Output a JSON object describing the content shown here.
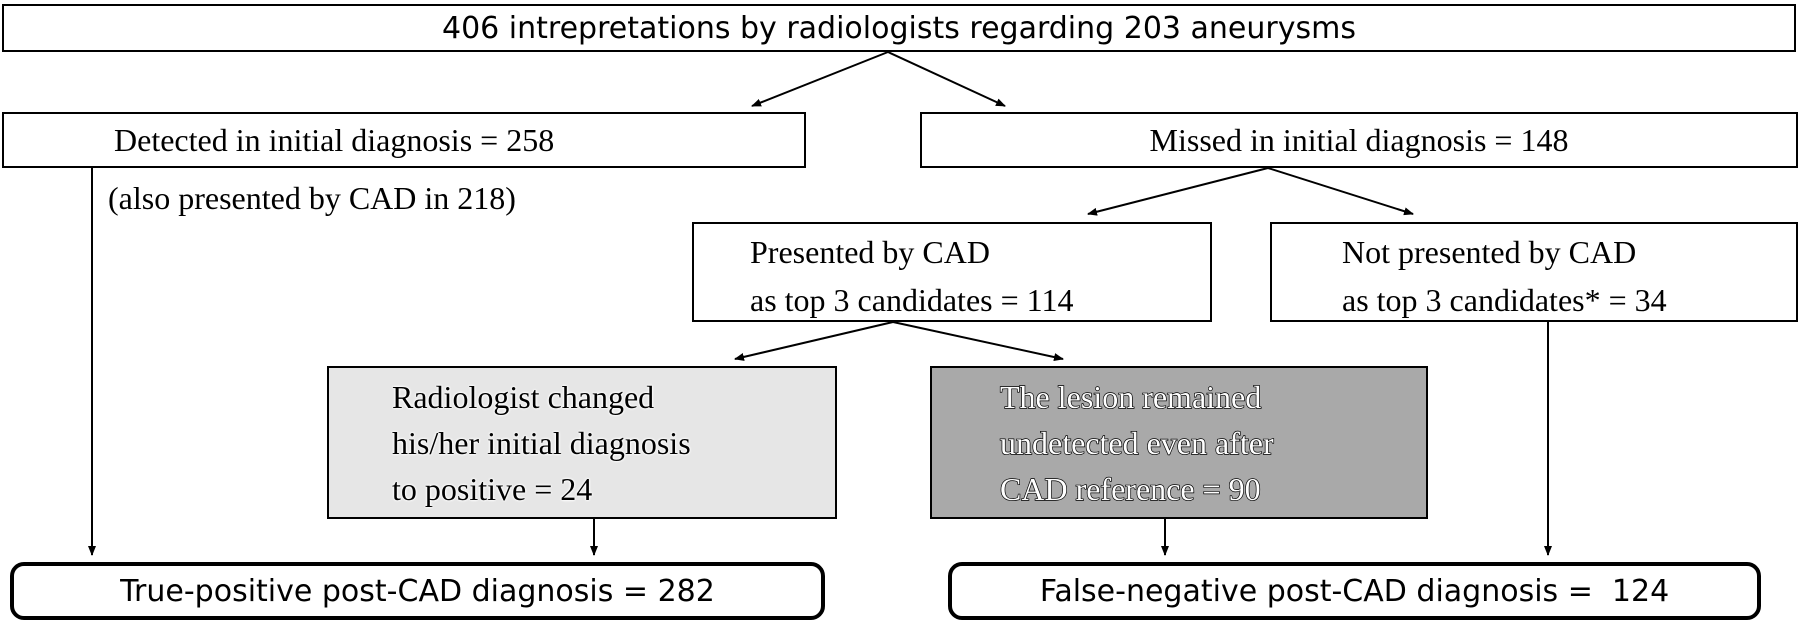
{
  "root": {
    "text": "406 intrepretations by radiologists regarding 203 aneurysms"
  },
  "detected": {
    "text": "Detected in initial diagnosis = 258",
    "note": "(also presented by CAD in 218)"
  },
  "missed": {
    "text": "Missed in initial diagnosis = 148"
  },
  "presented": {
    "line1": "Presented by CAD",
    "line2": "as top 3 candidates = 114"
  },
  "not_presented": {
    "line1": "Not presented by CAD",
    "line2": "as top 3 candidates* = 34"
  },
  "changed": {
    "line1": "Radiologist changed",
    "line2": "his/her initial diagnosis",
    "line3": "to positive = 24"
  },
  "remained": {
    "line1": "The lesion remained",
    "line2": "undetected even after",
    "line3": "CAD reference = 90"
  },
  "true_positive": {
    "text": "True-positive post-CAD diagnosis = 282"
  },
  "false_negative": {
    "text": "False-negative post-CAD diagnosis =  124"
  },
  "colors": {
    "light_fill": "#e6e6e6",
    "dark_fill": "#a9a9a9",
    "stroke": "#000000"
  }
}
